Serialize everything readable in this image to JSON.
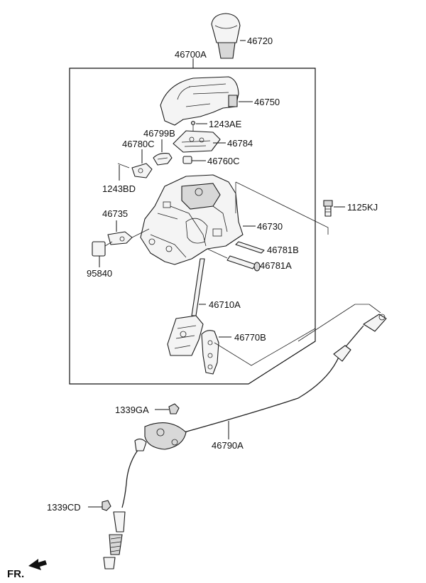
{
  "labels": {
    "l46720": "46720",
    "l46700A": "46700A",
    "l46750": "46750",
    "l1243AE": "1243AE",
    "l46799B": "46799B",
    "l46784": "46784",
    "l46780C": "46780C",
    "l46760C": "46760C",
    "l1243BD": "1243BD",
    "l1125KJ": "1125KJ",
    "l46735": "46735",
    "l46730": "46730",
    "l46781B": "46781B",
    "l95840": "95840",
    "l46781A": "46781A",
    "l46710A": "46710A",
    "l46770B": "46770B",
    "l1339GA": "1339GA",
    "l46790A": "46790A",
    "l1339CD": "1339CD",
    "fr": "FR."
  }
}
